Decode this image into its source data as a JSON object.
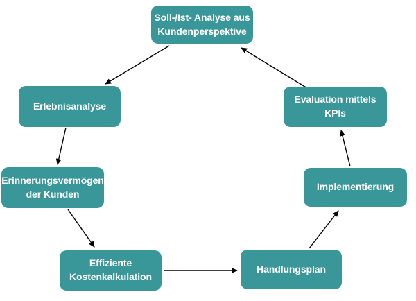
{
  "diagram": {
    "type": "cycle-flowchart",
    "nodes": [
      {
        "id": "soll-ist-analyse",
        "label": "Soll-/Ist- Analyse aus\nKundenperspektive"
      },
      {
        "id": "erlebnisanalyse",
        "label": "Erlebnisanalyse"
      },
      {
        "id": "erinnerungsvermoegen-der-kunden",
        "label": "Erinnerungsvermögen\nder Kunden"
      },
      {
        "id": "effiziente-kostenkalkulation",
        "label": "Effiziente\nKostenkalkulation"
      },
      {
        "id": "handlungsplan",
        "label": "Handlungsplan"
      },
      {
        "id": "implementierung",
        "label": "Implementierung"
      },
      {
        "id": "evaluation-mittels-kpis",
        "label": "Evaluation mittels\nKPIs"
      }
    ],
    "edges": [
      {
        "from": "soll-ist-analyse",
        "to": "erlebnisanalyse"
      },
      {
        "from": "erlebnisanalyse",
        "to": "erinnerungsvermoegen-der-kunden"
      },
      {
        "from": "erinnerungsvermoegen-der-kunden",
        "to": "effiziente-kostenkalkulation"
      },
      {
        "from": "effiziente-kostenkalkulation",
        "to": "handlungsplan"
      },
      {
        "from": "handlungsplan",
        "to": "implementierung"
      },
      {
        "from": "implementierung",
        "to": "evaluation-mittels-kpis"
      },
      {
        "from": "evaluation-mittels-kpis",
        "to": "soll-ist-analyse"
      }
    ],
    "colors": {
      "node_fill": "#3A9799",
      "node_text": "#FFFFFF",
      "arrow": "#000000",
      "background": "#FFFFFF"
    }
  }
}
